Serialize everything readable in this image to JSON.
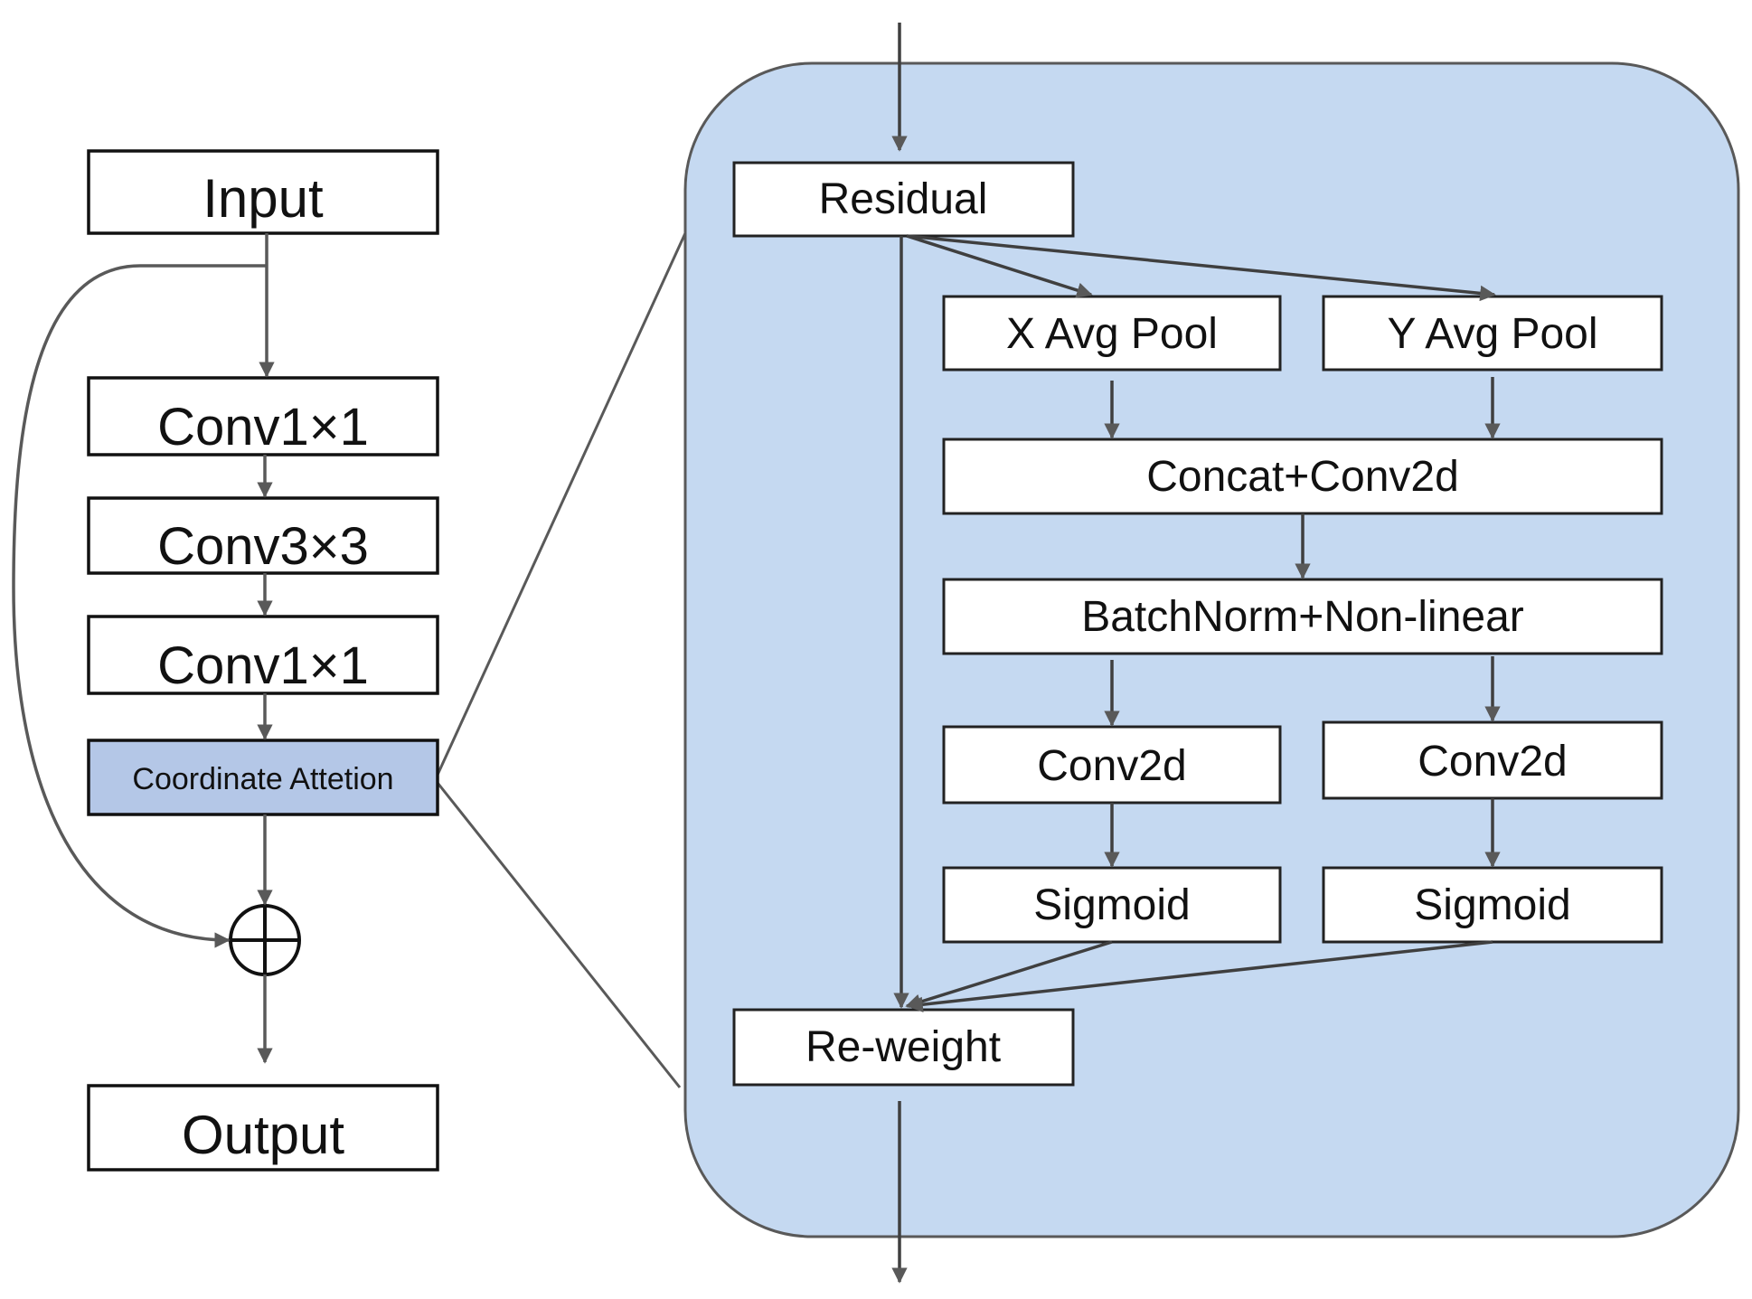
{
  "left_column": {
    "input": "Input",
    "conv_a": "Conv1×1",
    "conv_b": "Conv3×3",
    "conv_c": "Conv1×1",
    "attention": "Coordinate Attetion",
    "output": "Output"
  },
  "detail_panel": {
    "residual": "Residual",
    "x_avg_pool": "X Avg Pool",
    "y_avg_pool": "Y Avg Pool",
    "concat_conv": "Concat+Conv2d",
    "batchnorm": "BatchNorm+Non-linear",
    "conv2d_left": "Conv2d",
    "conv2d_right": "Conv2d",
    "sigmoid_left": "Sigmoid",
    "sigmoid_right": "Sigmoid",
    "reweight": "Re-weight"
  },
  "colors": {
    "panel_fill": "#c5d9f1",
    "attention_fill": "#b4c7e7",
    "arrow": "#595959",
    "box_stroke": "#1a1a1a"
  }
}
